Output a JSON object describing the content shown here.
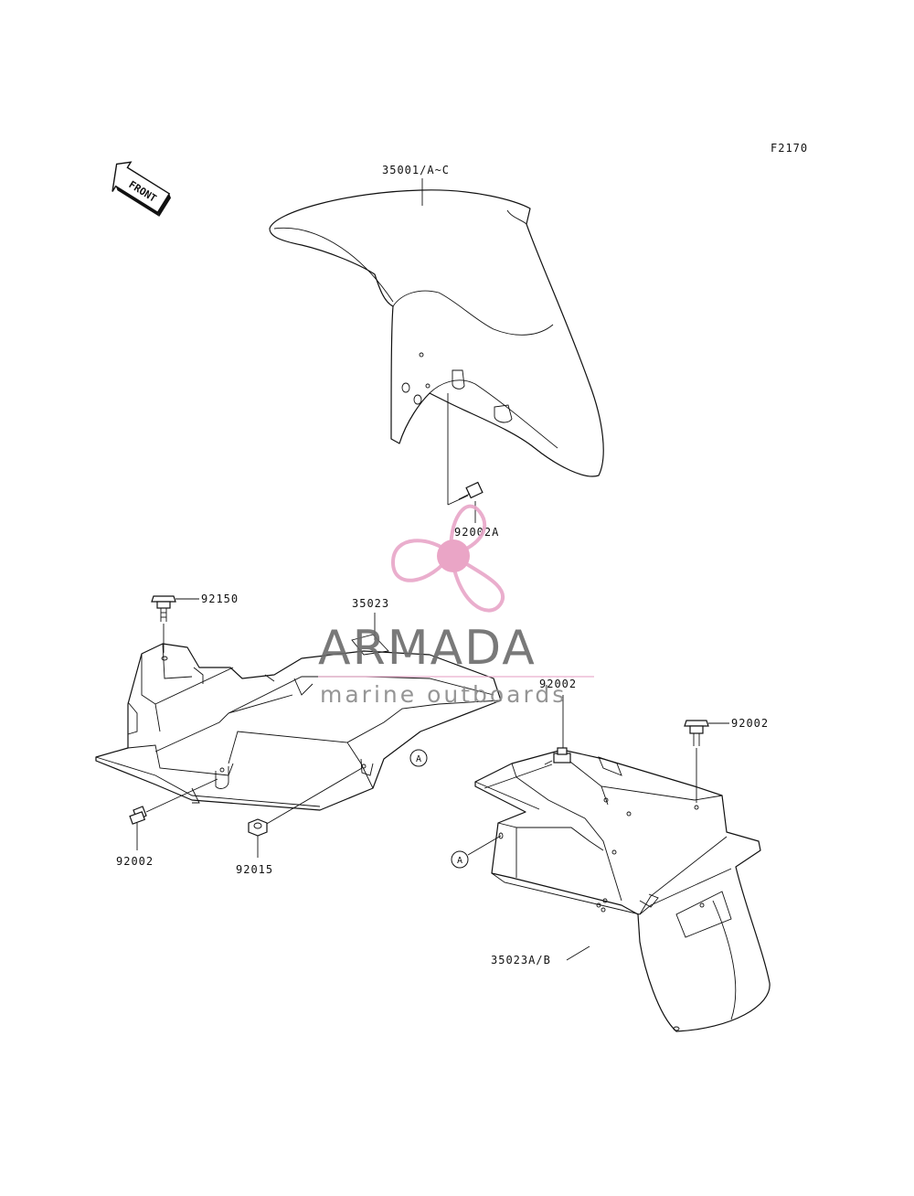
{
  "diagram_code": "F2170",
  "front_label": "FRONT",
  "callout_letter": "A",
  "parts": {
    "front_fender": "35001/A~C",
    "rear_fender_front": "35023",
    "rear_fender_rear": "35023A/B",
    "bolt_front_fender": "92002A",
    "bolt_top_left": "92150",
    "bolt_bottom_left": "92002",
    "nut_bottom": "92015",
    "bolt_mid_right": "92002",
    "bolt_far_right": "92002"
  },
  "watermark": {
    "brand": "ARMADA",
    "tagline": "marine outboards",
    "logo": "propeller-logo",
    "colors": {
      "logo": "#e8a6c8",
      "logo_hub": "#e89cc0",
      "text": "#6b6b6b",
      "rule": "#e8a6c8"
    }
  }
}
